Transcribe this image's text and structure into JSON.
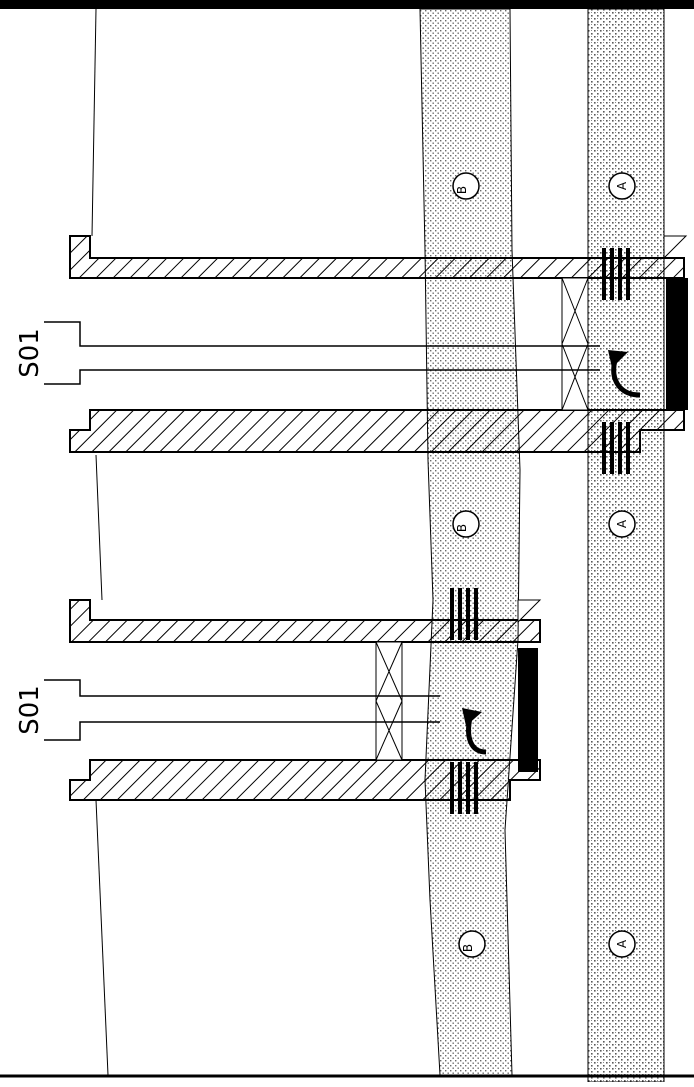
{
  "diagram": {
    "well_labels": [
      "S01",
      "S01"
    ],
    "layer_labels": [
      "B",
      "A",
      "B",
      "A",
      "B",
      "A"
    ],
    "colors": {
      "ink": "#000000",
      "paper": "#ffffff",
      "stipple_a": "#9a9a9a",
      "stipple_b": "#b8b8b8"
    }
  }
}
